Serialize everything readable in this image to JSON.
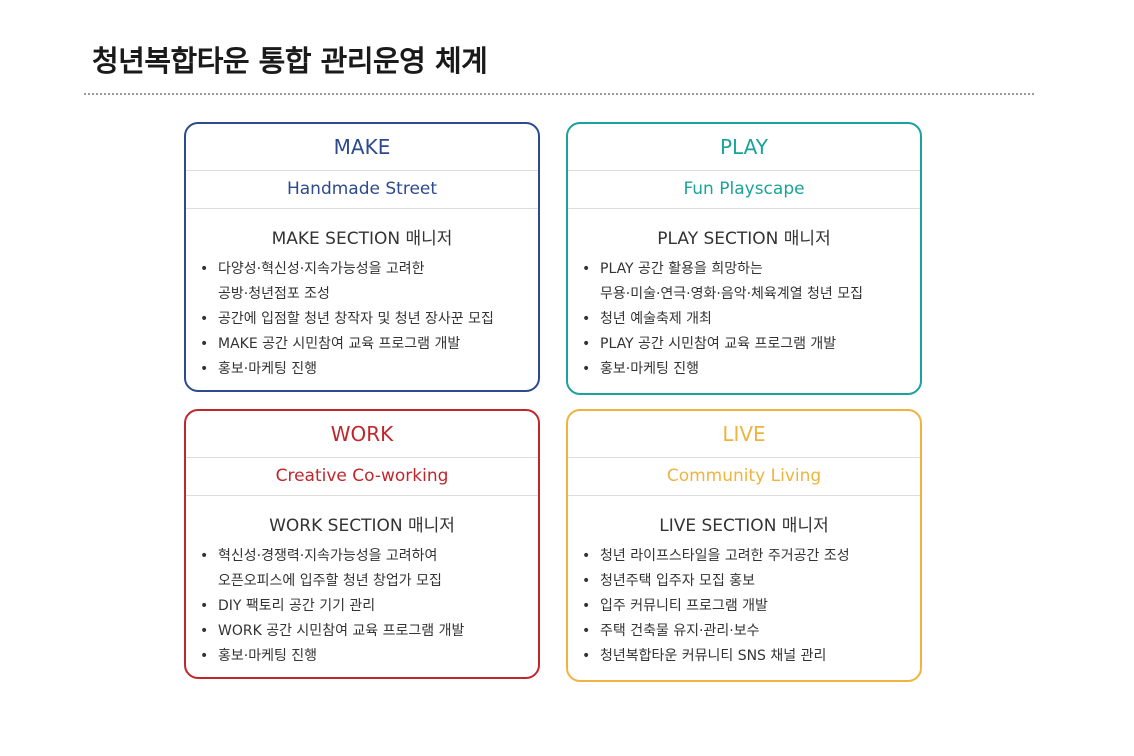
{
  "page_title": "청년복합타운 통합 관리운영 체계",
  "bullet_glyph": "•",
  "colors": {
    "make": "#2e4a8f",
    "play": "#1aa39a",
    "work": "#c0272d",
    "live": "#efb33f"
  },
  "cards": {
    "make": {
      "title": "MAKE",
      "subtitle": "Handmade Street",
      "manager": "MAKE SECTION 매니저",
      "items": [
        {
          "line1": "다양성·혁신성·지속가능성을 고려한",
          "line2": "공방·청년점포 조성"
        },
        {
          "line1": "공간에 입점할 청년 창작자 및 청년 장사꾼 모집"
        },
        {
          "line1": "MAKE 공간 시민참여 교육 프로그램 개발"
        },
        {
          "line1": "홍보·마케팅 진행"
        }
      ]
    },
    "play": {
      "title": "PLAY",
      "subtitle": "Fun Playscape",
      "manager": "PLAY SECTION 매니저",
      "items": [
        {
          "line1": "PLAY 공간 활용을 희망하는",
          "line2": "무용·미술·연극·영화·음악·체육계열 청년 모집"
        },
        {
          "line1": "청년 예술축제 개최"
        },
        {
          "line1": "PLAY 공간 시민참여 교육 프로그램 개발"
        },
        {
          "line1": "홍보·마케팅 진행"
        }
      ]
    },
    "work": {
      "title": "WORK",
      "subtitle": "Creative Co-working",
      "manager": "WORK SECTION 매니저",
      "items": [
        {
          "line1": "혁신성·경쟁력·지속가능성을 고려하여",
          "line2": "오픈오피스에 입주할 청년 창업가 모집"
        },
        {
          "line1": "DIY 팩토리 공간 기기 관리"
        },
        {
          "line1": "WORK 공간 시민참여 교육 프로그램 개발"
        },
        {
          "line1": "홍보·마케팅 진행"
        }
      ]
    },
    "live": {
      "title": "LIVE",
      "subtitle": "Community Living",
      "manager": "LIVE SECTION 매니저",
      "items": [
        {
          "line1": "청년 라이프스타일을 고려한 주거공간 조성"
        },
        {
          "line1": "청년주택 입주자 모집 홍보"
        },
        {
          "line1": "입주 커뮤니티 프로그램 개발"
        },
        {
          "line1": "주택 건축물 유지·관리·보수"
        },
        {
          "line1": "청년복합타운 커뮤니티 SNS 채널 관리"
        }
      ]
    }
  }
}
